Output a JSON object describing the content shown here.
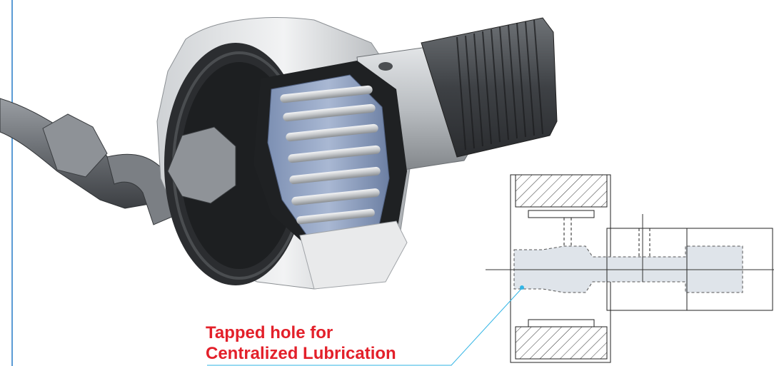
{
  "callout": {
    "line1": "Tapped hole for",
    "line2": "Centralized Lubrication"
  },
  "colors": {
    "callout_text": "#e3202a",
    "leader_line": "#33b5e5",
    "left_border": "#5b9bd5",
    "section_fill": "#dfe4ea",
    "cage_blue": "#8fa3c4"
  },
  "illustration": {
    "subject": "cam-follower-bearing-with-lubrication-hose",
    "view_left": "3d-cutaway-render",
    "view_right": "cross-section-drawing"
  }
}
